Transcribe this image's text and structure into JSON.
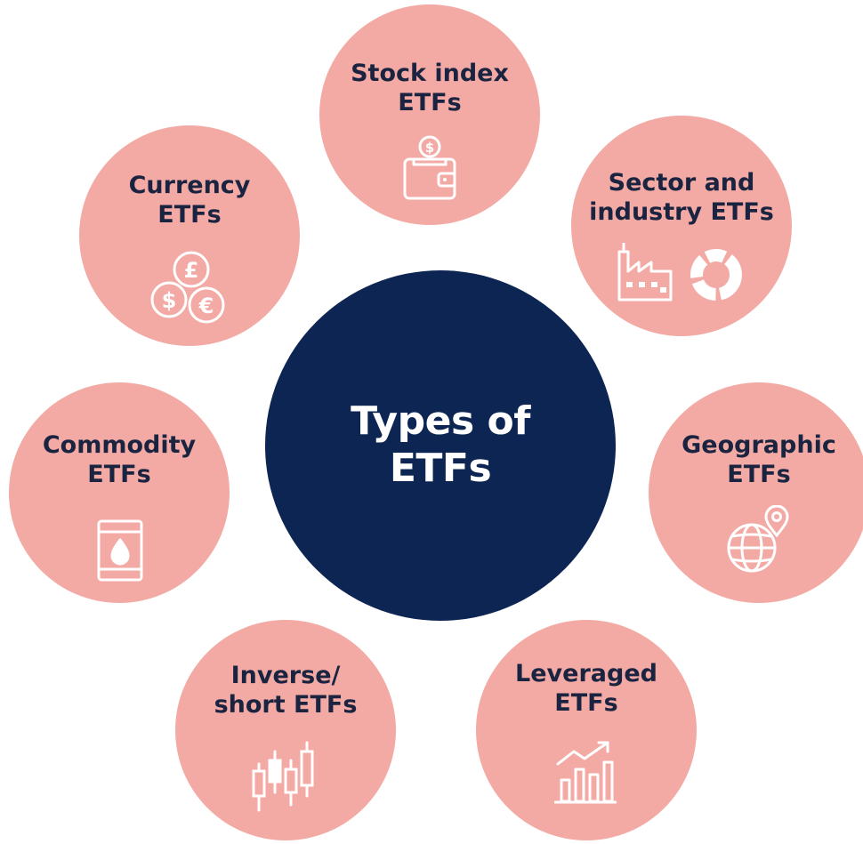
{
  "center": {
    "title": "Types of\nETFs",
    "color": "#0d2552"
  },
  "colors": {
    "satellite": "#f3aaa4",
    "text_dark": "#1a2440",
    "icon": "#ffffff"
  },
  "satellites": [
    {
      "id": "stock-index",
      "label": "Stock index\nETFs",
      "icon": "wallet-coin-icon"
    },
    {
      "id": "sector-industry",
      "label": "Sector and\nindustry ETFs",
      "icon": "factory-and-donut-chart-icon"
    },
    {
      "id": "geographic",
      "label": "Geographic\nETFs",
      "icon": "globe-pin-icon"
    },
    {
      "id": "leveraged",
      "label": "Leveraged\nETFs",
      "icon": "bar-chart-trend-icon"
    },
    {
      "id": "inverse-short",
      "label": "Inverse/\nshort ETFs",
      "icon": "candlestick-icon"
    },
    {
      "id": "commodity",
      "label": "Commodity\nETFs",
      "icon": "oil-barrel-icon"
    },
    {
      "id": "currency",
      "label": "Currency\nETFs",
      "icon": "currency-coins-icon"
    }
  ]
}
